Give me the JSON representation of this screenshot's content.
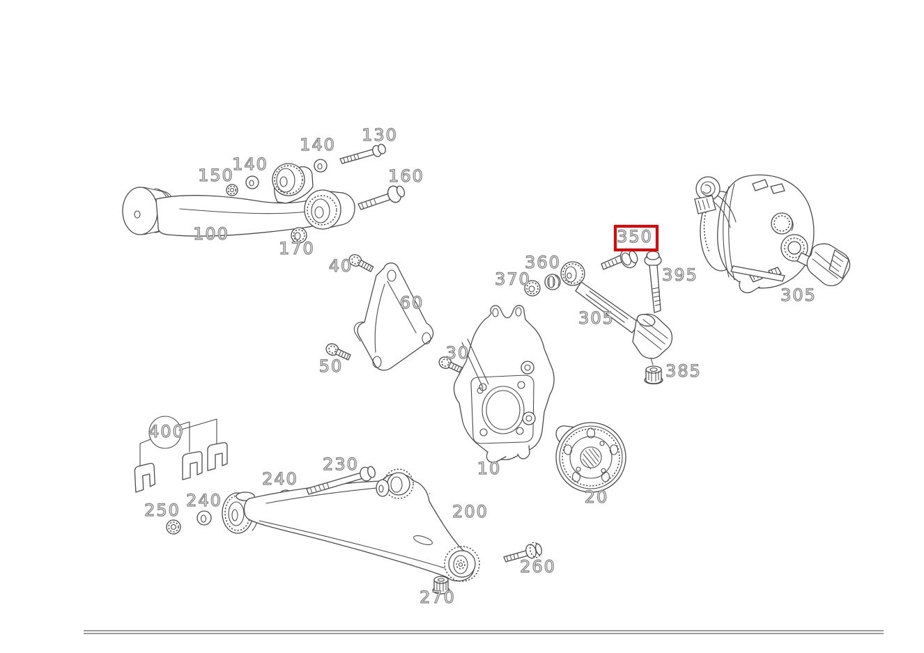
{
  "diagram": {
    "type": "exploded-parts-diagram",
    "subject": "rear axle suspension and drive components line drawing",
    "colors": {
      "background": "#ffffff",
      "line_art": "#4a4a4a",
      "label_outline": "#828282",
      "highlight_box": "#ee0000",
      "footer_rule": "#9a9a9a"
    },
    "highlighted_part": "350",
    "labels": [
      {
        "part": "130",
        "text": "130"
      },
      {
        "part": "140",
        "text": "140"
      },
      {
        "part": "140",
        "text": "140"
      },
      {
        "part": "150",
        "text": "150"
      },
      {
        "part": "160",
        "text": "160"
      },
      {
        "part": "100",
        "text": "100"
      },
      {
        "part": "170",
        "text": "170"
      },
      {
        "part": "40",
        "text": "40"
      },
      {
        "part": "60",
        "text": "60"
      },
      {
        "part": "50",
        "text": "50"
      },
      {
        "part": "30",
        "text": "30"
      },
      {
        "part": "360",
        "text": "360"
      },
      {
        "part": "370",
        "text": "370"
      },
      {
        "part": "350",
        "text": "350"
      },
      {
        "part": "395",
        "text": "395"
      },
      {
        "part": "305",
        "text": "305"
      },
      {
        "part": "305",
        "text": "305"
      },
      {
        "part": "385",
        "text": "385"
      },
      {
        "part": "10",
        "text": "10"
      },
      {
        "part": "20",
        "text": "20"
      },
      {
        "part": "400",
        "text": "400"
      },
      {
        "part": "240",
        "text": "240"
      },
      {
        "part": "240",
        "text": "240"
      },
      {
        "part": "230",
        "text": "230"
      },
      {
        "part": "250",
        "text": "250"
      },
      {
        "part": "200",
        "text": "200"
      },
      {
        "part": "260",
        "text": "260"
      },
      {
        "part": "270",
        "text": "270"
      }
    ]
  }
}
